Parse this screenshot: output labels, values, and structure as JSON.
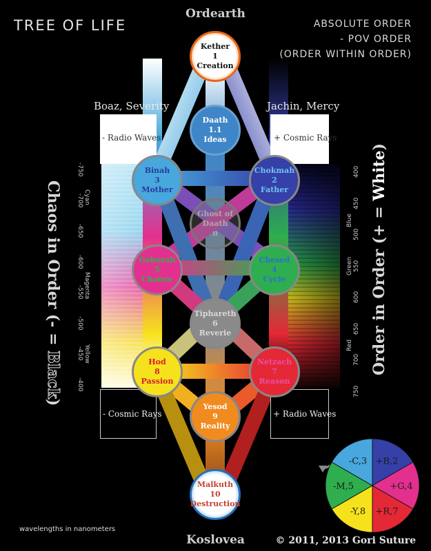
{
  "title": "TREE OF LIFE",
  "order_note": [
    "ABSOLUTE ORDER",
    "- POV ORDER",
    "(ORDER WITHIN ORDER)"
  ],
  "top_label": "Ordearth",
  "bottom_label": "Koslovea",
  "pillars": {
    "left": "Boaz, Severity",
    "right": "Jachin, Mercy"
  },
  "boxes": {
    "left_top": "- Radio Waves",
    "right_top": "+ Cosmic Rays",
    "left_bottom": "- Cosmic Rays",
    "right_bottom": "+ Radio Waves"
  },
  "side_texts": {
    "left_a": "Chaos in Order (- = ",
    "left_b": "Black",
    "left_c": ")",
    "right_a": "Order in Order (+ = ",
    "right_b": "White",
    "right_c": ")"
  },
  "left_scale": {
    "ticks": [
      "-750",
      "-700",
      "-650",
      "-600",
      "-550",
      "-500",
      "-450",
      "-400"
    ],
    "colors": [
      "Cyan",
      "Magenta",
      "Yellow"
    ]
  },
  "right_scale": {
    "ticks": [
      "400",
      "450",
      "500",
      "550",
      "600",
      "650",
      "700",
      "750"
    ],
    "colors": [
      "Blue",
      "Green",
      "Red"
    ]
  },
  "sephirot": [
    {
      "key": "kether",
      "name": "Kether",
      "num": "1",
      "word": "Creation",
      "fill": "#ffffff",
      "text": "#111111",
      "ring": "#e8641e"
    },
    {
      "key": "daath",
      "name": "Daath",
      "num": "1.1",
      "word": "Ideas",
      "fill": "#3f86c8",
      "text": "#ffffff",
      "ring": "#6aa0d0"
    },
    {
      "key": "binah",
      "name": "Binah",
      "num": "3",
      "word": "Mother",
      "fill": "#48a7dc",
      "text": "#2b3aa0",
      "ring": "#888888"
    },
    {
      "key": "chokmah",
      "name": "Chokmah",
      "num": "2",
      "word": "Father",
      "fill": "#3540a8",
      "text": "#6fc4f0",
      "ring": "#888888"
    },
    {
      "key": "ghost",
      "name": "Ghost of Daath",
      "num": "π",
      "word": "",
      "fill": "#777777",
      "text": "#aaaaaa",
      "ring": "#777777"
    },
    {
      "key": "geburah",
      "name": "Geburah",
      "num": "5",
      "word": "Chance",
      "fill": "#e3308f",
      "text": "#2db24a",
      "ring": "#888888"
    },
    {
      "key": "chesed",
      "name": "Chesed",
      "num": "4",
      "word": "Cycle",
      "fill": "#2eae4e",
      "text": "#2f6fd0",
      "ring": "#888888"
    },
    {
      "key": "tiphareth",
      "name": "Tiphareth",
      "num": "6",
      "word": "Reverie",
      "fill": "#8a8a8a",
      "text": "#d9d9d9",
      "ring": "#888888"
    },
    {
      "key": "hod",
      "name": "Hod",
      "num": "8",
      "word": "Passion",
      "fill": "#f6e21c",
      "text": "#d21f2f",
      "ring": "#888888"
    },
    {
      "key": "netzach",
      "name": "Netzach",
      "num": "7",
      "word": "Reason",
      "fill": "#e52836",
      "text": "#e84fa8",
      "ring": "#888888"
    },
    {
      "key": "yesod",
      "name": "Yesod",
      "num": "9",
      "word": "Reality",
      "fill": "#f08b20",
      "text": "#ffffff",
      "ring": "#888888"
    },
    {
      "key": "malkuth",
      "name": "Malkuth",
      "num": "10",
      "word": "Destruction",
      "fill": "#ffffff",
      "text": "#c2412a",
      "ring": "#2a6fb8"
    }
  ],
  "wheel": {
    "segments": [
      "+B,2",
      "+G,4",
      "+R,7",
      "-Y,8",
      "-M,5",
      "-C,3"
    ],
    "colors": [
      "#3540a8",
      "#e3308f",
      "#e52836",
      "#f6e21c",
      "#2eae4e",
      "#48a7dc"
    ]
  },
  "footer_left": "wavelengths in nanometers",
  "footer_right": "© 2011, 2013 Gori Suture"
}
